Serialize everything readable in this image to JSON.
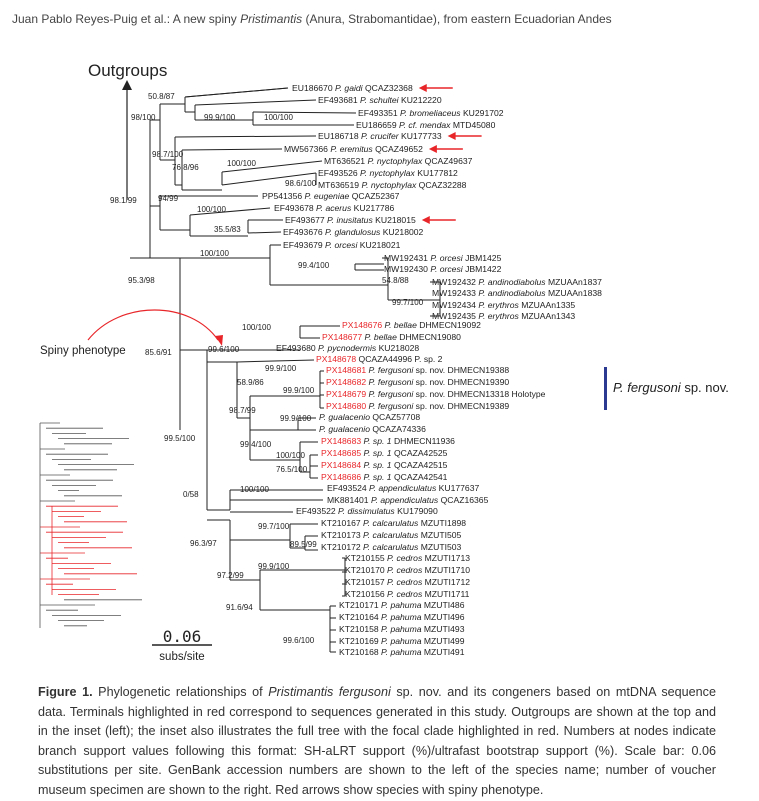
{
  "header": {
    "text_pre": "Juan Pablo Reyes-Puig et al.: A new spiny ",
    "text_italic": "Pristimantis",
    "text_post": " (Anura, Strabomantidae), from eastern Ecuadorian Andes"
  },
  "figure": {
    "outgroups_label": "Outgroups",
    "spiny_label": "Spiny phenotype",
    "clade_label_italic": "P. fergusoni",
    "clade_label_rest": " sp. nov.",
    "scale_value": "0.06",
    "scale_unit": "subs/site",
    "colors": {
      "highlight": "#e8262a",
      "arrow": "#e8262a",
      "clade_bar": "#2b3990",
      "branch": "#222222"
    },
    "tips": [
      {
        "acc": "EU186670",
        "sp": "P. gaidi",
        "vou": "QCAZ32368",
        "red": false,
        "arrow": true
      },
      {
        "acc": "EF493681",
        "sp": "P. schultei",
        "vou": "KU212220",
        "red": false,
        "arrow": false
      },
      {
        "acc": "EF493351",
        "sp": "P. bromeliaceus",
        "vou": "KU291702",
        "red": false,
        "arrow": false
      },
      {
        "acc": "EU186659",
        "sp": "P. cf. mendax",
        "vou": "MTD45080",
        "red": false,
        "arrow": false
      },
      {
        "acc": "EU186718",
        "sp": "P. crucifer",
        "vou": "KU177733",
        "red": false,
        "arrow": true
      },
      {
        "acc": "MW567366",
        "sp": "P. eremitus",
        "vou": "QCAZ49652",
        "red": false,
        "arrow": true
      },
      {
        "acc": "MT636521",
        "sp": "P. nyctophylax",
        "vou": "QCAZ49637",
        "red": false,
        "arrow": false
      },
      {
        "acc": "EF493526",
        "sp": "P. nyctophylax",
        "vou": "KU177812",
        "red": false,
        "arrow": false
      },
      {
        "acc": "MT636519",
        "sp": "P. nyctophylax",
        "vou": "QCAZ32288",
        "red": false,
        "arrow": false
      },
      {
        "acc": "PP541356",
        "sp": "P. eugeniae",
        "vou": "QCAZ52367",
        "red": false,
        "arrow": false
      },
      {
        "acc": "EF493678",
        "sp": "P. acerus",
        "vou": "KU217786",
        "red": false,
        "arrow": false
      },
      {
        "acc": "EF493677",
        "sp": "P. inusitatus",
        "vou": "KU218015",
        "red": false,
        "arrow": true
      },
      {
        "acc": "EF493676",
        "sp": "P. glandulosus",
        "vou": "KU218002",
        "red": false,
        "arrow": false
      },
      {
        "acc": "EF493679",
        "sp": "P. orcesi",
        "vou": "KU218021",
        "red": false,
        "arrow": false
      },
      {
        "acc": "MW192431",
        "sp": "P. orcesi",
        "vou": "JBM1425",
        "red": false,
        "arrow": false
      },
      {
        "acc": "MW192430",
        "sp": "P. orcesi",
        "vou": "JBM1422",
        "red": false,
        "arrow": false
      },
      {
        "acc": "MW192432",
        "sp": "P. andinodiabolus",
        "vou": "MZUAAn1837",
        "red": false,
        "arrow": false
      },
      {
        "acc": "MW192433",
        "sp": "P. andinodiabolus",
        "vou": "MZUAAn1838",
        "red": false,
        "arrow": false
      },
      {
        "acc": "MW192434",
        "sp": "P. erythros",
        "vou": "MZUAAn1335",
        "red": false,
        "arrow": false
      },
      {
        "acc": "MW192435",
        "sp": "P. erythros",
        "vou": "MZUAAn1343",
        "red": false,
        "arrow": false
      },
      {
        "acc": "PX148676",
        "sp": "P. bellae",
        "vou": "DHMECN19092",
        "red": true,
        "arrow": false
      },
      {
        "acc": "PX148677",
        "sp": "P. bellae",
        "vou": "DHMECN19080",
        "red": true,
        "arrow": false
      },
      {
        "acc": "EF493680",
        "sp": "P. pycnodermis",
        "vou": "KU218028",
        "red": false,
        "arrow": false
      },
      {
        "acc": "PX148678",
        "sp": "",
        "vou": "QCAZA44996 P. sp. 2",
        "red": true,
        "arrow": false
      },
      {
        "acc": "PX148681",
        "sp": "P. fergusoni",
        "vou": "sp. nov. DHMECN19388",
        "red": true,
        "arrow": false
      },
      {
        "acc": "PX148682",
        "sp": "P. fergusoni",
        "vou": "sp. nov. DHMECN19390",
        "red": true,
        "arrow": false
      },
      {
        "acc": "PX148679",
        "sp": "P. fergusoni",
        "vou": "sp. nov. DHMECN13318 Holotype",
        "red": true,
        "arrow": false
      },
      {
        "acc": "PX148680",
        "sp": "P. fergusoni",
        "vou": "sp. nov. DHMECN19389",
        "red": true,
        "arrow": false
      },
      {
        "acc": "",
        "sp": "P. gualacenio",
        "vou": "QCAZ57708",
        "red": false,
        "arrow": false
      },
      {
        "acc": "",
        "sp": "P. gualacenio",
        "vou": "QCAZA74336",
        "red": false,
        "arrow": false
      },
      {
        "acc": "PX148683",
        "sp": "P. sp. 1",
        "vou": "DHMECN11936",
        "red": true,
        "arrow": false
      },
      {
        "acc": "PX148685",
        "sp": "P. sp. 1",
        "vou": "QCAZA42525",
        "red": true,
        "arrow": false
      },
      {
        "acc": "PX148684",
        "sp": "P. sp. 1",
        "vou": "QCAZA42515",
        "red": true,
        "arrow": false
      },
      {
        "acc": "PX148686",
        "sp": "P. sp. 1",
        "vou": "QCAZA42541",
        "red": true,
        "arrow": false
      },
      {
        "acc": "EF493524",
        "sp": "P. appendiculatus",
        "vou": "KU177637",
        "red": false,
        "arrow": false
      },
      {
        "acc": "MK881401",
        "sp": "P. appendiculatus",
        "vou": "QCAZ16365",
        "red": false,
        "arrow": false
      },
      {
        "acc": "EF493522",
        "sp": "P. dissimulatus",
        "vou": "KU179090",
        "red": false,
        "arrow": false
      },
      {
        "acc": "KT210167",
        "sp": "P. calcarulatus",
        "vou": "MZUTI1898",
        "red": false,
        "arrow": false
      },
      {
        "acc": "KT210173",
        "sp": "P. calcarulatus",
        "vou": "MZUTI505",
        "red": false,
        "arrow": false
      },
      {
        "acc": "KT210172",
        "sp": "P. calcarulatus",
        "vou": "MZUTI503",
        "red": false,
        "arrow": false
      },
      {
        "acc": "KT210155",
        "sp": "P. cedros",
        "vou": "MZUTI1713",
        "red": false,
        "arrow": false
      },
      {
        "acc": "KT210170",
        "sp": "P. cedros",
        "vou": "MZUTI1710",
        "red": false,
        "arrow": false
      },
      {
        "acc": "KT210157",
        "sp": "P. cedros",
        "vou": "MZUTI1712",
        "red": false,
        "arrow": false
      },
      {
        "acc": "KT210156",
        "sp": "P. cedros",
        "vou": "MZUTI1711",
        "red": false,
        "arrow": false
      },
      {
        "acc": "KT210171",
        "sp": "P. pahuma",
        "vou": "MZUTI486",
        "red": false,
        "arrow": false
      },
      {
        "acc": "KT210164",
        "sp": "P. pahuma",
        "vou": "MZUTI496",
        "red": false,
        "arrow": false
      },
      {
        "acc": "KT210158",
        "sp": "P. pahuma",
        "vou": "MZUTI493",
        "red": false,
        "arrow": false
      },
      {
        "acc": "KT210169",
        "sp": "P. pahuma",
        "vou": "MZUTI499",
        "red": false,
        "arrow": false
      },
      {
        "acc": "KT210168",
        "sp": "P. pahuma",
        "vou": "MZUTI491",
        "red": false,
        "arrow": false
      }
    ],
    "supports": [
      "50.8/87",
      "98/100",
      "99.9/100",
      "100/100",
      "98.7/100",
      "76.8/96",
      "100/100",
      "98.6/100",
      "98.1/99",
      "94/99",
      "100/100",
      "35.5/83",
      "95.3/98",
      "100/100",
      "99.4/100",
      "54.8/88",
      "99.7/100",
      "85.6/91",
      "100/100",
      "99.6/100",
      "99.9/100",
      "58.9/86",
      "99.9/100",
      "98.7/99",
      "99.9/100",
      "99.4/100",
      "100/100",
      "76.5/100",
      "99.5/100",
      "0/58",
      "100/100",
      "96.3/97",
      "99.7/100",
      "89.5/99",
      "99.9/100",
      "97.2/99",
      "91.6/94",
      "99.6/100"
    ]
  },
  "caption": {
    "label": "Figure 1.",
    "t1": " Phylogenetic relationships of ",
    "i1": "Pristimantis fergusoni",
    "t2": " sp. nov. and its congeners based on mtDNA sequence data. Terminals highlighted in red correspond to sequences generated in this study. Outgroups are shown at the top and in the inset (left); the inset also illustrates the full tree with the focal clade highlighted in red. Numbers at nodes indicate branch support values following this format: SH-aLRT support (%)/ultrafast bootstrap support (%). Scale bar: 0.06 substitutions per site. GenBank accession numbers are shown to the left of the species name; number of voucher museum specimen are shown to the right. Red arrows show species with spiny phenotype."
  }
}
